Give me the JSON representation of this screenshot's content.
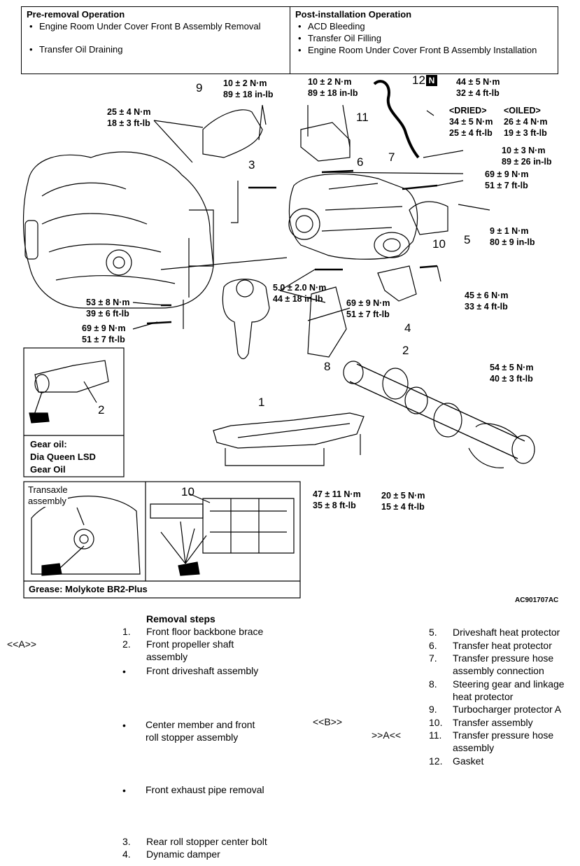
{
  "header_table": {
    "pre_title": "Pre-removal Operation",
    "pre_items": [
      "Engine Room Under Cover Front B Assembly Removal",
      "Transfer Oil Draining"
    ],
    "post_title": "Post-installation Operation",
    "post_items": [
      "ACD Bleeding",
      "Transfer Oil Filling",
      "Engine Room Under Cover Front B Assembly Installation"
    ]
  },
  "torques": {
    "t9": [
      "10 ± 2 N·m",
      "89 ± 18 in-lb"
    ],
    "t25": [
      "25 ± 4 N·m",
      "18 ± 3 ft-lb"
    ],
    "t6": [
      "10 ± 2 N·m",
      "89 ± 18 in-lb"
    ],
    "t44": [
      "44 ± 5 N·m",
      "32 ± 4 ft-lb"
    ],
    "dried_label": "<DRIED>",
    "oiled_label": "<OILED>",
    "t34": [
      "34 ± 5 N·m",
      "25 ± 4 ft-lb"
    ],
    "t26": [
      "26 ± 4 N·m",
      "19 ± 3 ft-lb"
    ],
    "t10h": [
      "10 ± 3 N·m",
      "89 ± 26 in-lb"
    ],
    "t69a": [
      "69 ± 9 N·m",
      "51 ± 7 ft-lb"
    ],
    "t9b": [
      "9 ± 1 N·m",
      "80 ± 9 in-lb"
    ],
    "t5": [
      "5.0 ± 2.0 N·m",
      "44 ± 18 in-lb"
    ],
    "t69b": [
      "69 ± 9 N·m",
      "51 ± 7 ft-lb"
    ],
    "t45": [
      "45 ± 6 N·m",
      "33 ± 4 ft-lb"
    ],
    "t53": [
      "53 ± 8 N·m",
      "39 ± 6 ft-lb"
    ],
    "t69c": [
      "69 ± 9 N·m",
      "51 ± 7 ft-lb"
    ],
    "t54": [
      "54 ± 5 N·m",
      "40 ± 3 ft-lb"
    ],
    "t47": [
      "47 ± 11 N·m",
      "35 ± 8 ft-lb"
    ],
    "t20": [
      "20 ± 5 N·m",
      "15 ± 4 ft-lb"
    ]
  },
  "callouts": {
    "n9": "9",
    "n3": "3",
    "n6": "6",
    "n11": "11",
    "n12": "12",
    "n12_badge": "N",
    "n7": "7",
    "n5": "5",
    "n10": "10",
    "n4": "4",
    "n8": "8",
    "n2": "2",
    "n1": "1",
    "n2_inset": "2",
    "n10_inset": "10"
  },
  "insets": {
    "gear_oil": [
      "Gear oil:",
      "Dia Queen LSD",
      "Gear Oil"
    ],
    "transaxle": [
      "Transaxle",
      "assembly"
    ],
    "grease": "Grease: Molykote BR2-Plus"
  },
  "figure_code": "AC901707AC",
  "removal": {
    "title": "Removal steps",
    "left": [
      {
        "num": "1.",
        "text": "Front floor backbone brace"
      },
      {
        "num": "2.",
        "text": "Front propeller shaft",
        "text2": "assembly"
      },
      {
        "num": "•",
        "text": "Front driveshaft assembly"
      },
      {
        "num": "•",
        "text": "Center member and front",
        "text2": "roll stopper assembly"
      },
      {
        "num": "•",
        "text": "Front exhaust pipe removal"
      },
      {
        "num": "3.",
        "text": "Rear roll stopper center bolt"
      },
      {
        "num": "4.",
        "text": "Dynamic damper"
      }
    ],
    "mark_a_left": "<<A>>",
    "mark_b": "<<B>>",
    "mark_a_right": ">>A<<",
    "right": [
      {
        "num": "5.",
        "text": "Driveshaft heat protector"
      },
      {
        "num": "6.",
        "text": "Transfer heat protector"
      },
      {
        "num": "7.",
        "text": "Transfer pressure hose",
        "text2": "assembly connection"
      },
      {
        "num": "8.",
        "text": "Steering gear and linkage",
        "text2": "heat protector"
      },
      {
        "num": "9.",
        "text": "Turbocharger protector A"
      },
      {
        "num": "10.",
        "text": "Transfer assembly"
      },
      {
        "num": "11.",
        "text": "Transfer pressure hose",
        "text2": "assembly"
      },
      {
        "num": "12.",
        "text": "Gasket"
      }
    ]
  }
}
